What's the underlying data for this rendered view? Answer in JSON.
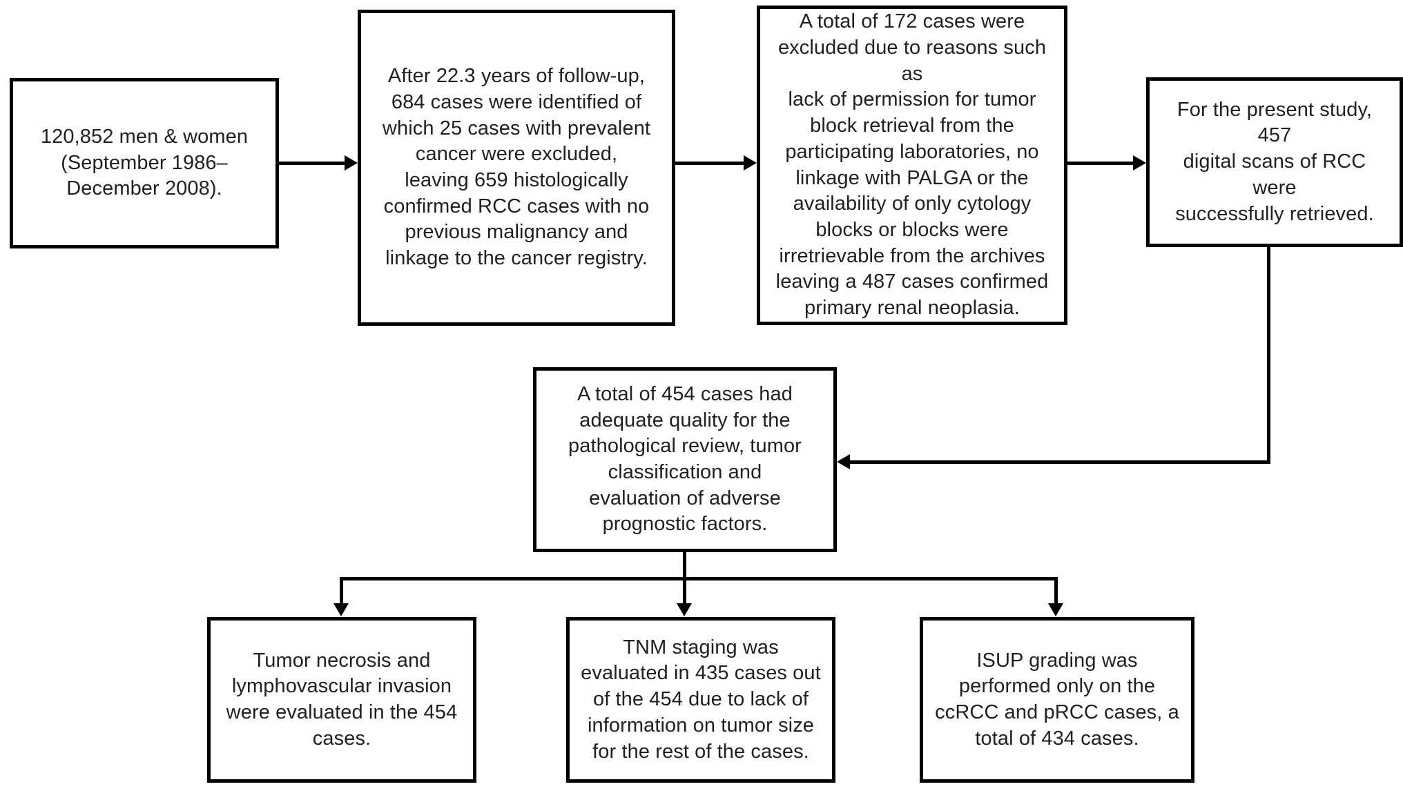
{
  "diagram": {
    "title": "RCC study case selection flow diagram",
    "type": "flowchart",
    "background_color": "#ffffff",
    "line_color": "#000000",
    "text_color": "#231f20",
    "nodes": [
      {
        "id": "cohort",
        "name": "cohort-box",
        "text": "120,852 men & women\n(September 1986–\nDecember 2008)."
      },
      {
        "id": "followup",
        "name": "followup-box",
        "text": "After 22.3 years of follow-up,\n684 cases were identified of\nwhich 25 cases with prevalent\ncancer were excluded,\nleaving 659 histologically\nconfirmed RCC cases with no\nprevious malignancy and\nlinkage to the cancer registry."
      },
      {
        "id": "excluded",
        "name": "excluded-cases-box",
        "text": "A total of 172 cases were\nexcluded due to reasons such as\nlack of permission for tumor\nblock retrieval from the\nparticipating laboratories, no\nlinkage with PALGA or the\navailability of only cytology\nblocks or blocks were\nirretrievable from the archives\nleaving a 487 cases confirmed\nprimary renal neoplasia."
      },
      {
        "id": "scans",
        "name": "digital-scans-box",
        "text": "For the present study, 457\ndigital scans of RCC were\nsuccessfully retrieved."
      },
      {
        "id": "quality",
        "name": "adequate-quality-box",
        "text": "A total of 454 cases had\nadequate quality for the\npathological review, tumor\nclassification and\nevaluation of adverse\nprognostic factors."
      },
      {
        "id": "necrosis",
        "name": "tumor-necrosis-box",
        "text": "Tumor necrosis and\nlymphovascular invasion\nwere evaluated in the 454\ncases."
      },
      {
        "id": "tnm",
        "name": "tnm-staging-box",
        "text": "TNM staging was\nevaluated in 435 cases out\nof the 454 due to lack of\ninformation on tumor size\nfor the rest of the cases."
      },
      {
        "id": "isup",
        "name": "isup-grading-box",
        "text": "ISUP grading was\nperformed only on the\nccRCC and pRCC cases, a\ntotal of 434 cases."
      }
    ],
    "edges": [
      {
        "from": "cohort",
        "to": "followup",
        "direction": "right"
      },
      {
        "from": "followup",
        "to": "excluded",
        "direction": "right"
      },
      {
        "from": "excluded",
        "to": "scans",
        "direction": "right"
      },
      {
        "from": "scans",
        "to": "quality",
        "direction": "left"
      },
      {
        "from": "quality",
        "to": "necrosis",
        "direction": "down"
      },
      {
        "from": "quality",
        "to": "tnm",
        "direction": "down"
      },
      {
        "from": "quality",
        "to": "isup",
        "direction": "down"
      }
    ]
  }
}
